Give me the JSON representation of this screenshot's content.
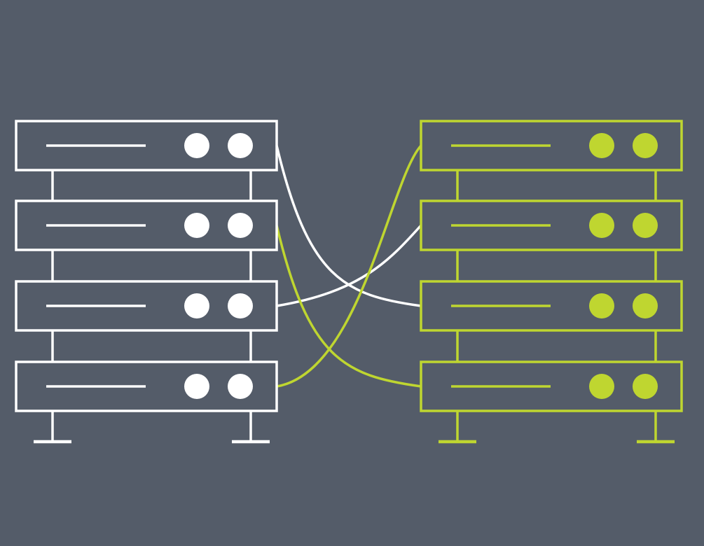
{
  "colors": {
    "background": "#545c69",
    "left_rack": "#ffffff",
    "right_rack": "#bfd630"
  },
  "racks": [
    {
      "id": "left",
      "color_key": "left_rack",
      "units": [
        {
          "label": "server-unit",
          "led_count": 2
        },
        {
          "label": "server-unit",
          "led_count": 2
        },
        {
          "label": "server-unit",
          "led_count": 2
        },
        {
          "label": "server-unit",
          "led_count": 2
        }
      ]
    },
    {
      "id": "right",
      "color_key": "right_rack",
      "units": [
        {
          "label": "server-unit",
          "led_count": 2
        },
        {
          "label": "server-unit",
          "led_count": 2
        },
        {
          "label": "server-unit",
          "led_count": 2
        },
        {
          "label": "server-unit",
          "led_count": 2
        }
      ]
    }
  ],
  "connections": [
    {
      "from": {
        "rack": "left",
        "unit": 1
      },
      "to": {
        "rack": "right",
        "unit": 3
      },
      "color_key": "left_rack"
    },
    {
      "from": {
        "rack": "left",
        "unit": 3
      },
      "to": {
        "rack": "right",
        "unit": 2
      },
      "color_key": "left_rack"
    },
    {
      "from": {
        "rack": "left",
        "unit": 2
      },
      "to": {
        "rack": "right",
        "unit": 4
      },
      "color_key": "right_rack"
    },
    {
      "from": {
        "rack": "left",
        "unit": 4
      },
      "to": {
        "rack": "right",
        "unit": 1
      },
      "color_key": "right_rack"
    }
  ]
}
